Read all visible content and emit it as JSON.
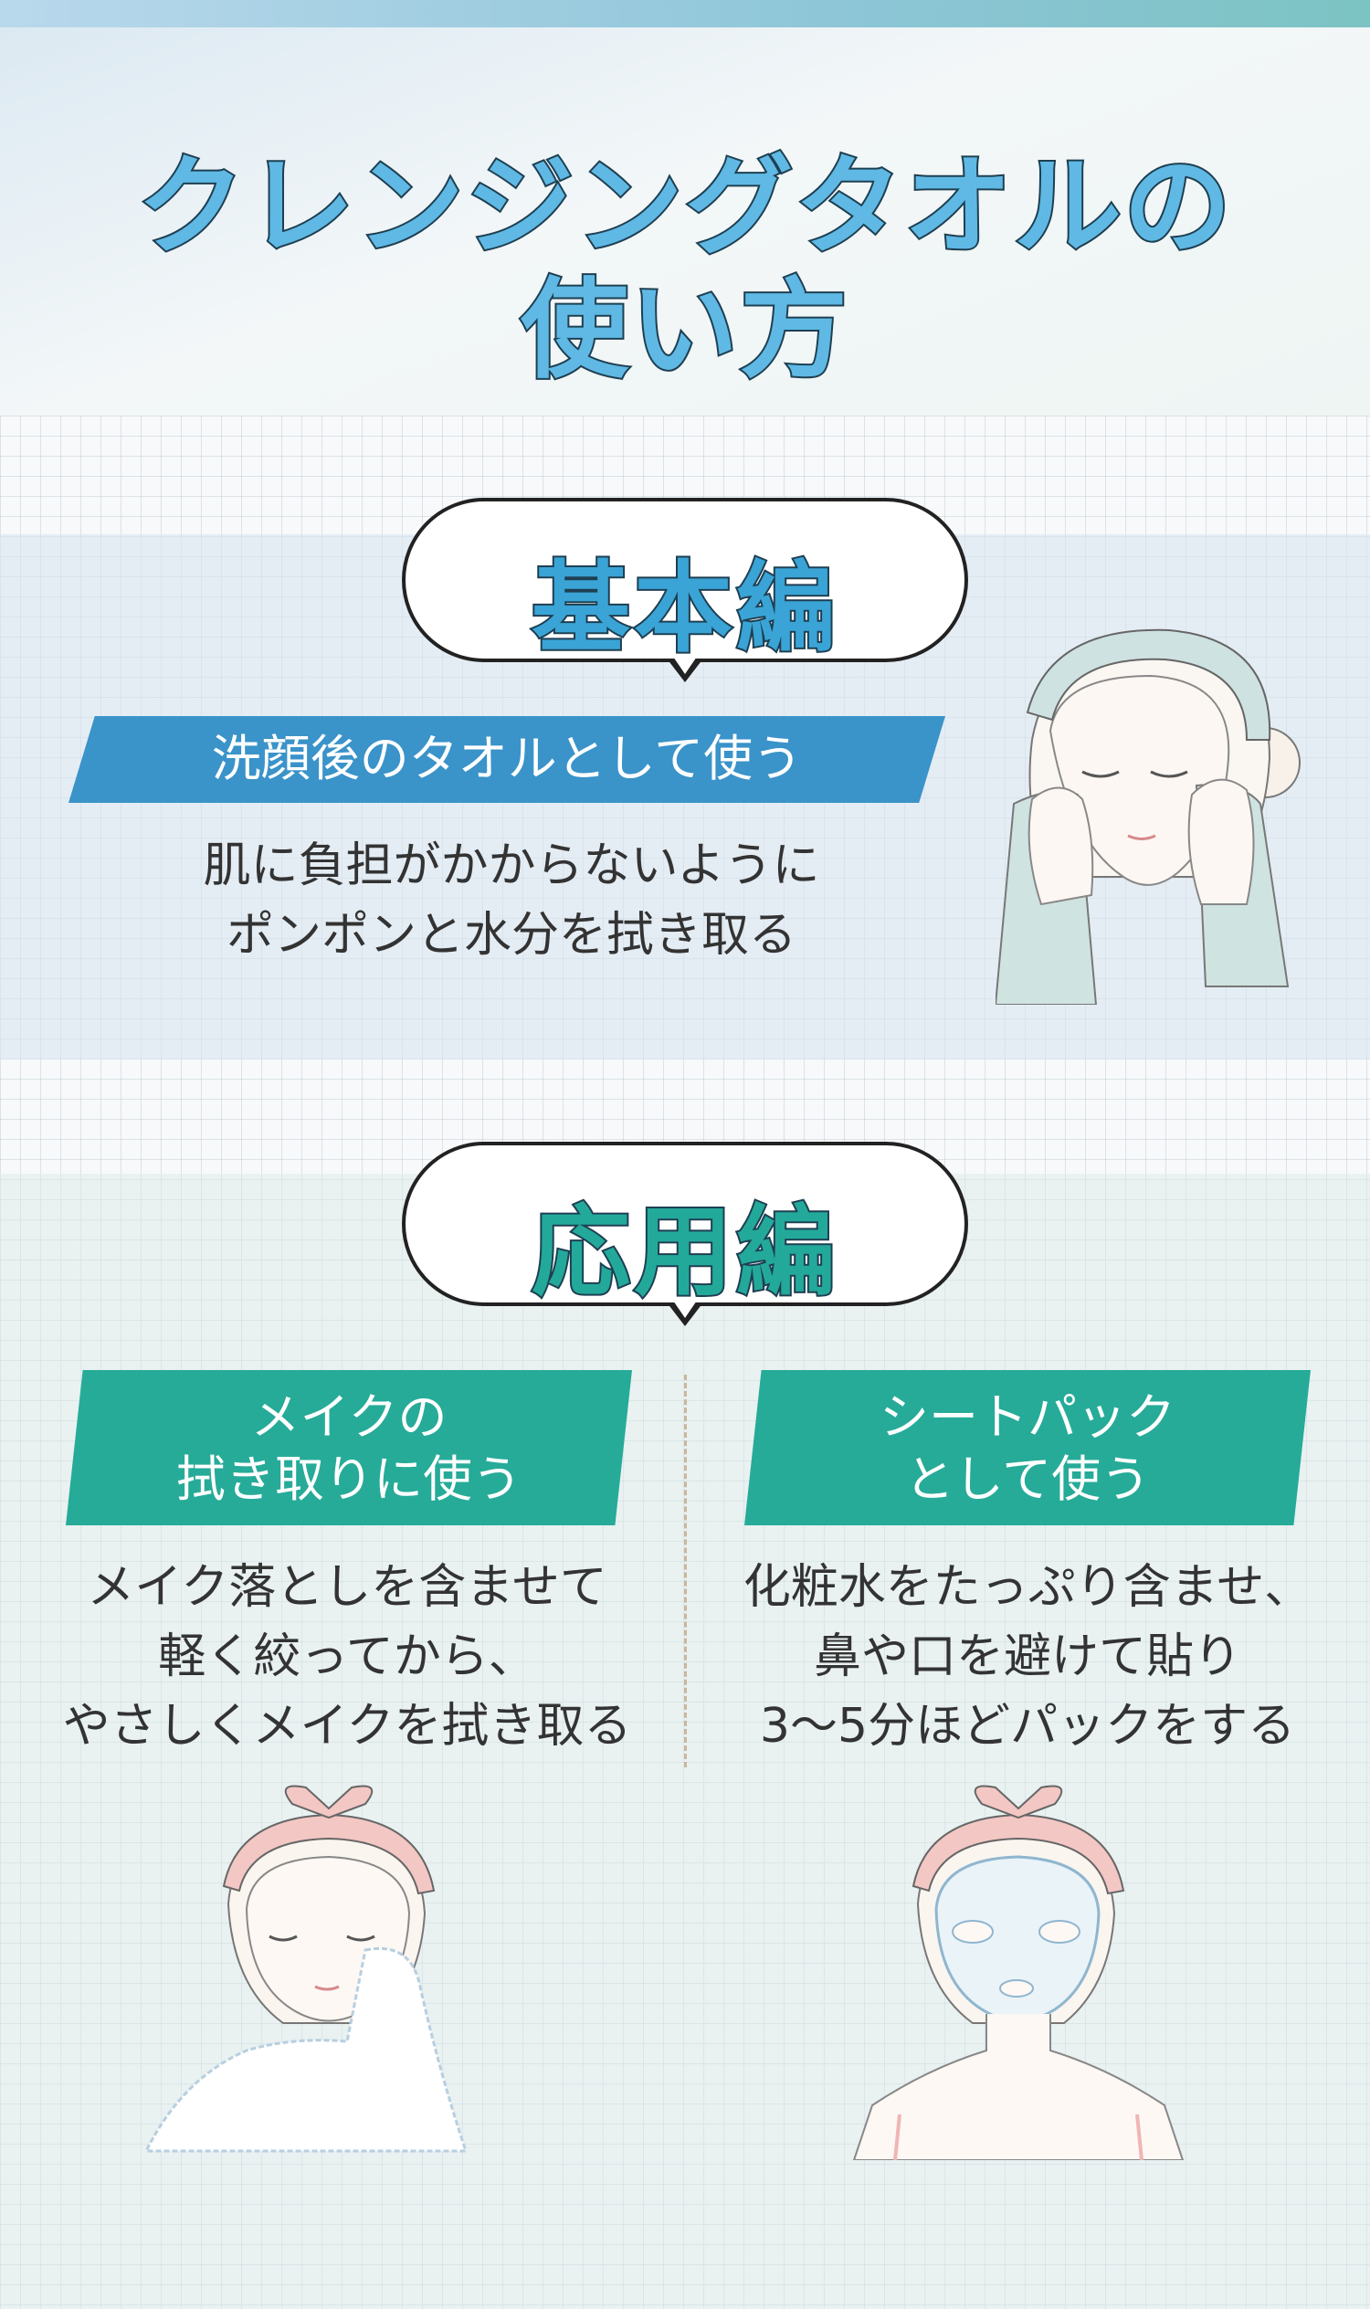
{
  "header": {
    "title_line1": "クレンジングタオルの",
    "title_line2": "使い方"
  },
  "basic": {
    "heading": "基本編",
    "ribbon": "洗顔後のタオルとして使う",
    "desc_line1": "肌に負担がかからないように",
    "desc_line2": "ポンポンと水分を拭き取る"
  },
  "applied": {
    "heading": "応用編",
    "left": {
      "ribbon_line1": "メイクの",
      "ribbon_line2": "拭き取りに使う",
      "desc_line1": "メイク落としを含ませて",
      "desc_line2": "軽く絞ってから、",
      "desc_line3": "やさしくメイクを拭き取る"
    },
    "right": {
      "ribbon_line1": "シートパック",
      "ribbon_line2": "として使う",
      "desc_line1": "化粧水をたっぷり含ませ、",
      "desc_line2": "鼻や口を避けて貼り",
      "desc_line3": "3〜5分ほどパックをする"
    }
  },
  "colors": {
    "title_fill": "#5fb9e4",
    "basic_accent": "#3a93c9",
    "applied_accent": "#26ab98",
    "outline": "#1e3f52"
  }
}
